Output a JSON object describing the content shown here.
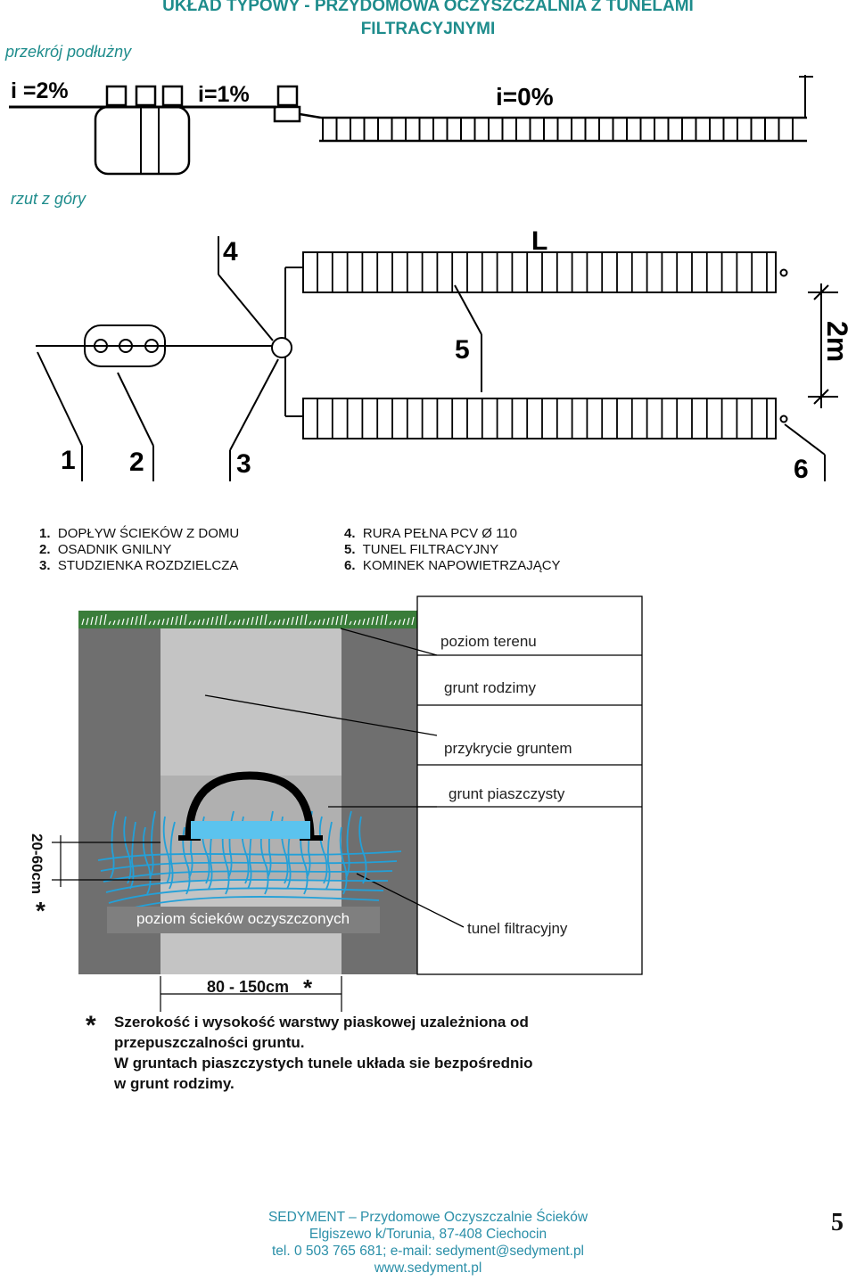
{
  "header": {
    "title_line1": "UKŁAD TYPOWY - PRZYDOMOWA OCZYSZCZALNIA Z TUNELAMI",
    "title_line2": "FILTRACYJNYMI",
    "section_longitudinal": "przekrój podłużny",
    "section_top": "rzut z góry"
  },
  "longitudinal": {
    "slope1": "i =2%",
    "slope2": "i=1%",
    "slope3": "i=0%"
  },
  "plan": {
    "length_label": "L",
    "spacing_label": "2m",
    "callouts": [
      "1",
      "2",
      "3",
      "4",
      "5",
      "6"
    ]
  },
  "legend": {
    "left": [
      {
        "num": "1.",
        "text": "DOPŁYW ŚCIEKÓW Z DOMU"
      },
      {
        "num": "2.",
        "text": "OSADNIK GNILNY"
      },
      {
        "num": "3.",
        "text": "STUDZIENKA ROZDZIELCZA"
      }
    ],
    "right": [
      {
        "num": "4.",
        "text": "RURA PEŁNA PCV Ø 110"
      },
      {
        "num": "5.",
        "text": "TUNEL FILTRACYJNY"
      },
      {
        "num": "6.",
        "text": "KOMINEK NAPOWIETRZAJĄCY"
      }
    ]
  },
  "cross_section": {
    "labels": [
      "poziom terenu",
      "grunt rodzimy",
      "przykrycie gruntem",
      "grunt piaszczysty",
      "tunel filtracyjny"
    ],
    "water_level": "poziom ścieków oczyszczonych",
    "height_dim": "20-60cm",
    "width_dim": "80 - 150cm",
    "asterisk": "*",
    "colors": {
      "native_soil": "#6f6f6f",
      "cover": "#c4c4c4",
      "sand": "#b0b0b0",
      "water": "#23a0d8",
      "grass": "#2e7d2e"
    }
  },
  "note": {
    "mark": "*",
    "lines": [
      "Szerokość i wysokość warstwy piaskowej uzależniona od",
      "przepuszczalności gruntu.",
      "W gruntach piaszczystych tunele układa sie bezpośrednio",
      "w grunt rodzimy."
    ]
  },
  "footer": {
    "line1": "SEDYMENT – Przydomowe Oczyszczalnie Ścieków",
    "line2": "Elgiszewo k/Torunia,  87-408 Ciechocin",
    "line3": "tel. 0 503 765 681; e-mail: sedyment@sedyment.pl",
    "line4": "www.sedyment.pl",
    "page_number": "5"
  }
}
